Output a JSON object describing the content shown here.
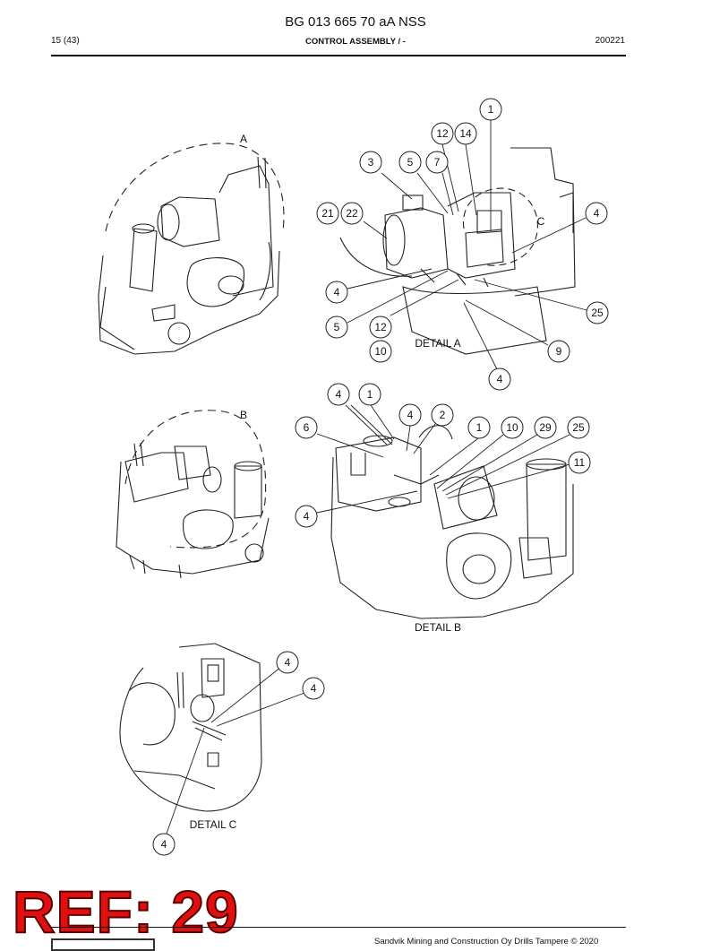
{
  "header": {
    "doc_title": "BG 013 665 70 aA NSS",
    "page": "15 (43)",
    "section": "CONTROL ASSEMBLY / -",
    "code": "200221"
  },
  "labels": {
    "a": "A",
    "b": "B",
    "c": "C",
    "detail_a": "DETAIL A",
    "detail_b": "DETAIL B",
    "detail_c": "DETAIL C"
  },
  "callouts": {
    "a": [
      "1",
      "12",
      "14",
      "3",
      "5",
      "7",
      "21",
      "22",
      "4",
      "4",
      "25",
      "5",
      "12",
      "10",
      "9",
      "4"
    ],
    "b": [
      "4",
      "1",
      "4",
      "2",
      "6",
      "1",
      "10",
      "29",
      "25",
      "11",
      "4"
    ],
    "c": [
      "4",
      "4",
      "4"
    ]
  },
  "stamp": {
    "ref": "REF: 29"
  },
  "footer": {
    "copyright": "Sandvik Mining and Construction Oy Drills Tampere © 2020"
  }
}
